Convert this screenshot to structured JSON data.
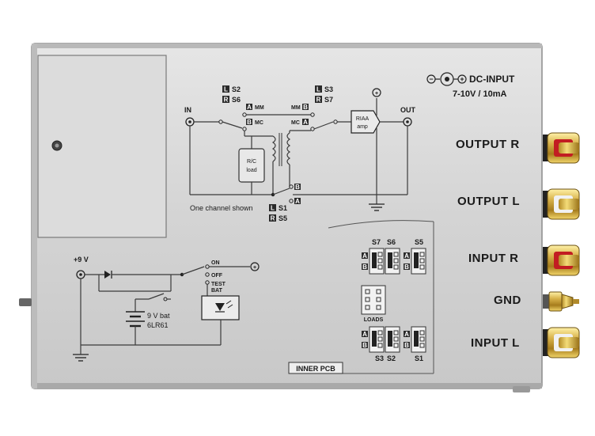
{
  "power": {
    "dc_input_label": "DC-INPUT",
    "dc_input_spec": "7-10V / 10mA",
    "polarity_minus": "−",
    "polarity_plus": "+"
  },
  "ports": {
    "output_r": "OUTPUT  R",
    "output_l": "OUTPUT  L",
    "input_r": "INPUT  R",
    "gnd": "GND",
    "input_l": "INPUT  L"
  },
  "schematic": {
    "in": "IN",
    "out": "OUT",
    "mm_left": "MM",
    "mm_right": "MM",
    "mc_left": "MC",
    "mc_right": "MC",
    "rc_load_line1": "R/C",
    "rc_load_line2": "load",
    "riaa_line1": "RIAA",
    "riaa_line2": "amp",
    "one_channel": "One channel shown",
    "s2": "S2",
    "s6": "S6",
    "s3": "S3",
    "s7": "S7",
    "s1": "S1",
    "s5": "S5",
    "tag_l": "L",
    "tag_r": "R",
    "tag_a": "A",
    "tag_b": "B",
    "plus": "+"
  },
  "battery": {
    "plus9v": "+9 V",
    "on": "ON",
    "off": "OFF",
    "test": "TEST",
    "bat": "BAT",
    "bat_line1": "9 V bat",
    "bat_line2": "6LR61",
    "plus": "+"
  },
  "pcb": {
    "inner_pcb": "INNER PCB",
    "s7": "S7",
    "s6": "S6",
    "s5": "S5",
    "s3": "S3",
    "s2": "S2",
    "s1": "S1",
    "loads": "LOADS",
    "tag_a": "A",
    "tag_b": "B"
  }
}
